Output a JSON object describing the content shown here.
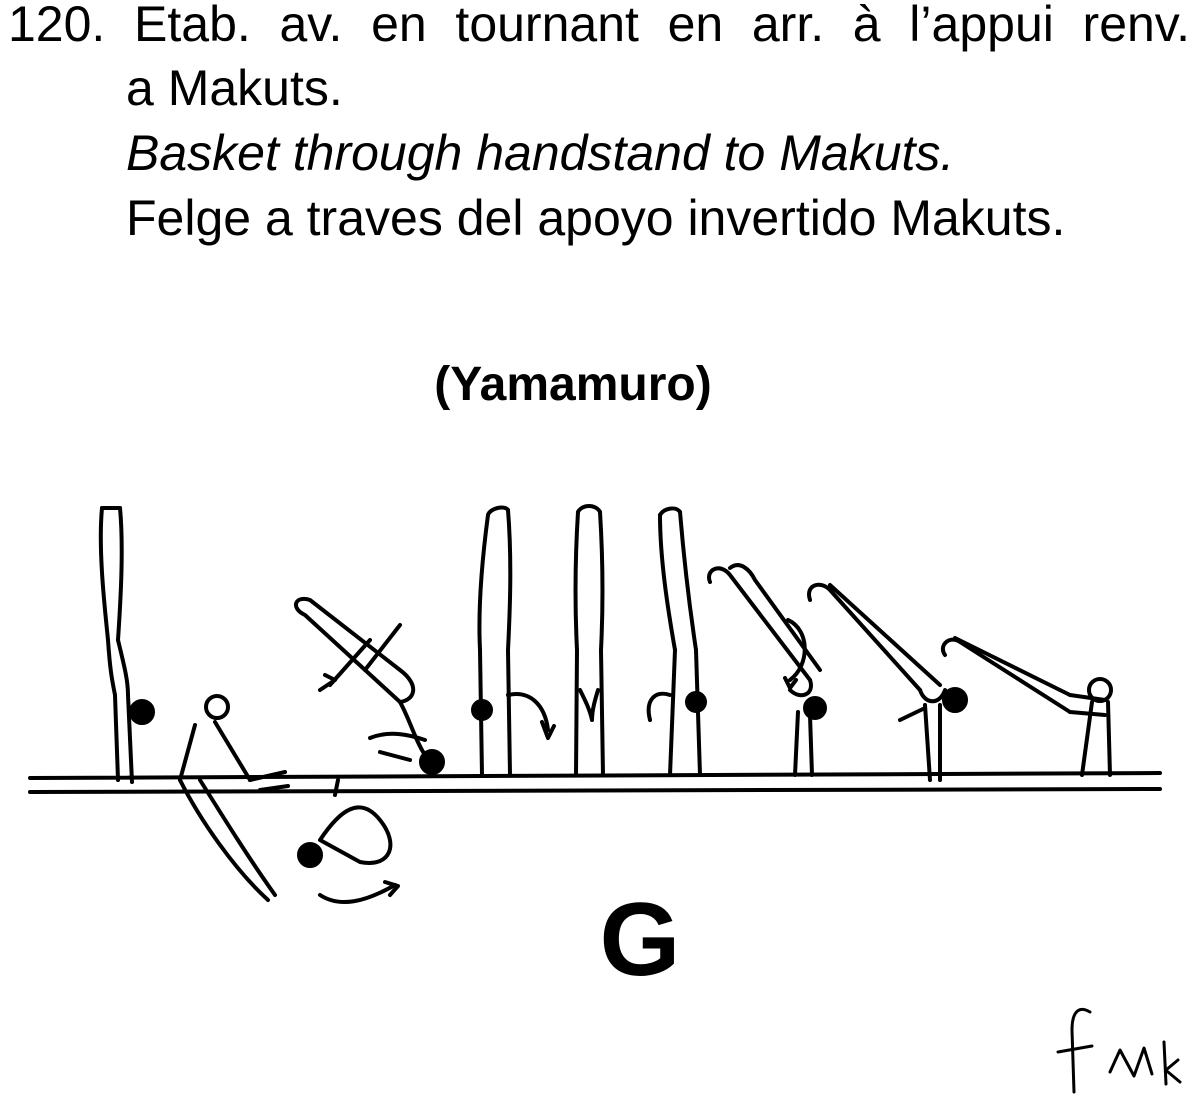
{
  "element": {
    "number": "120.",
    "french_line1": "Etab. av. en tournant en arr. à l’appui renv.",
    "french_line2": "a Makuts.",
    "english": "Basket through handstand to Makuts.",
    "spanish": "Felge a traves del apoyo invertido Makuts.",
    "name": "(Yamamuro)",
    "value": "G"
  },
  "illustration": {
    "subject": "gymnast-sequence-on-parallel-bars",
    "stroke_color": "#000000"
  },
  "signature": {
    "text": "fMk"
  }
}
